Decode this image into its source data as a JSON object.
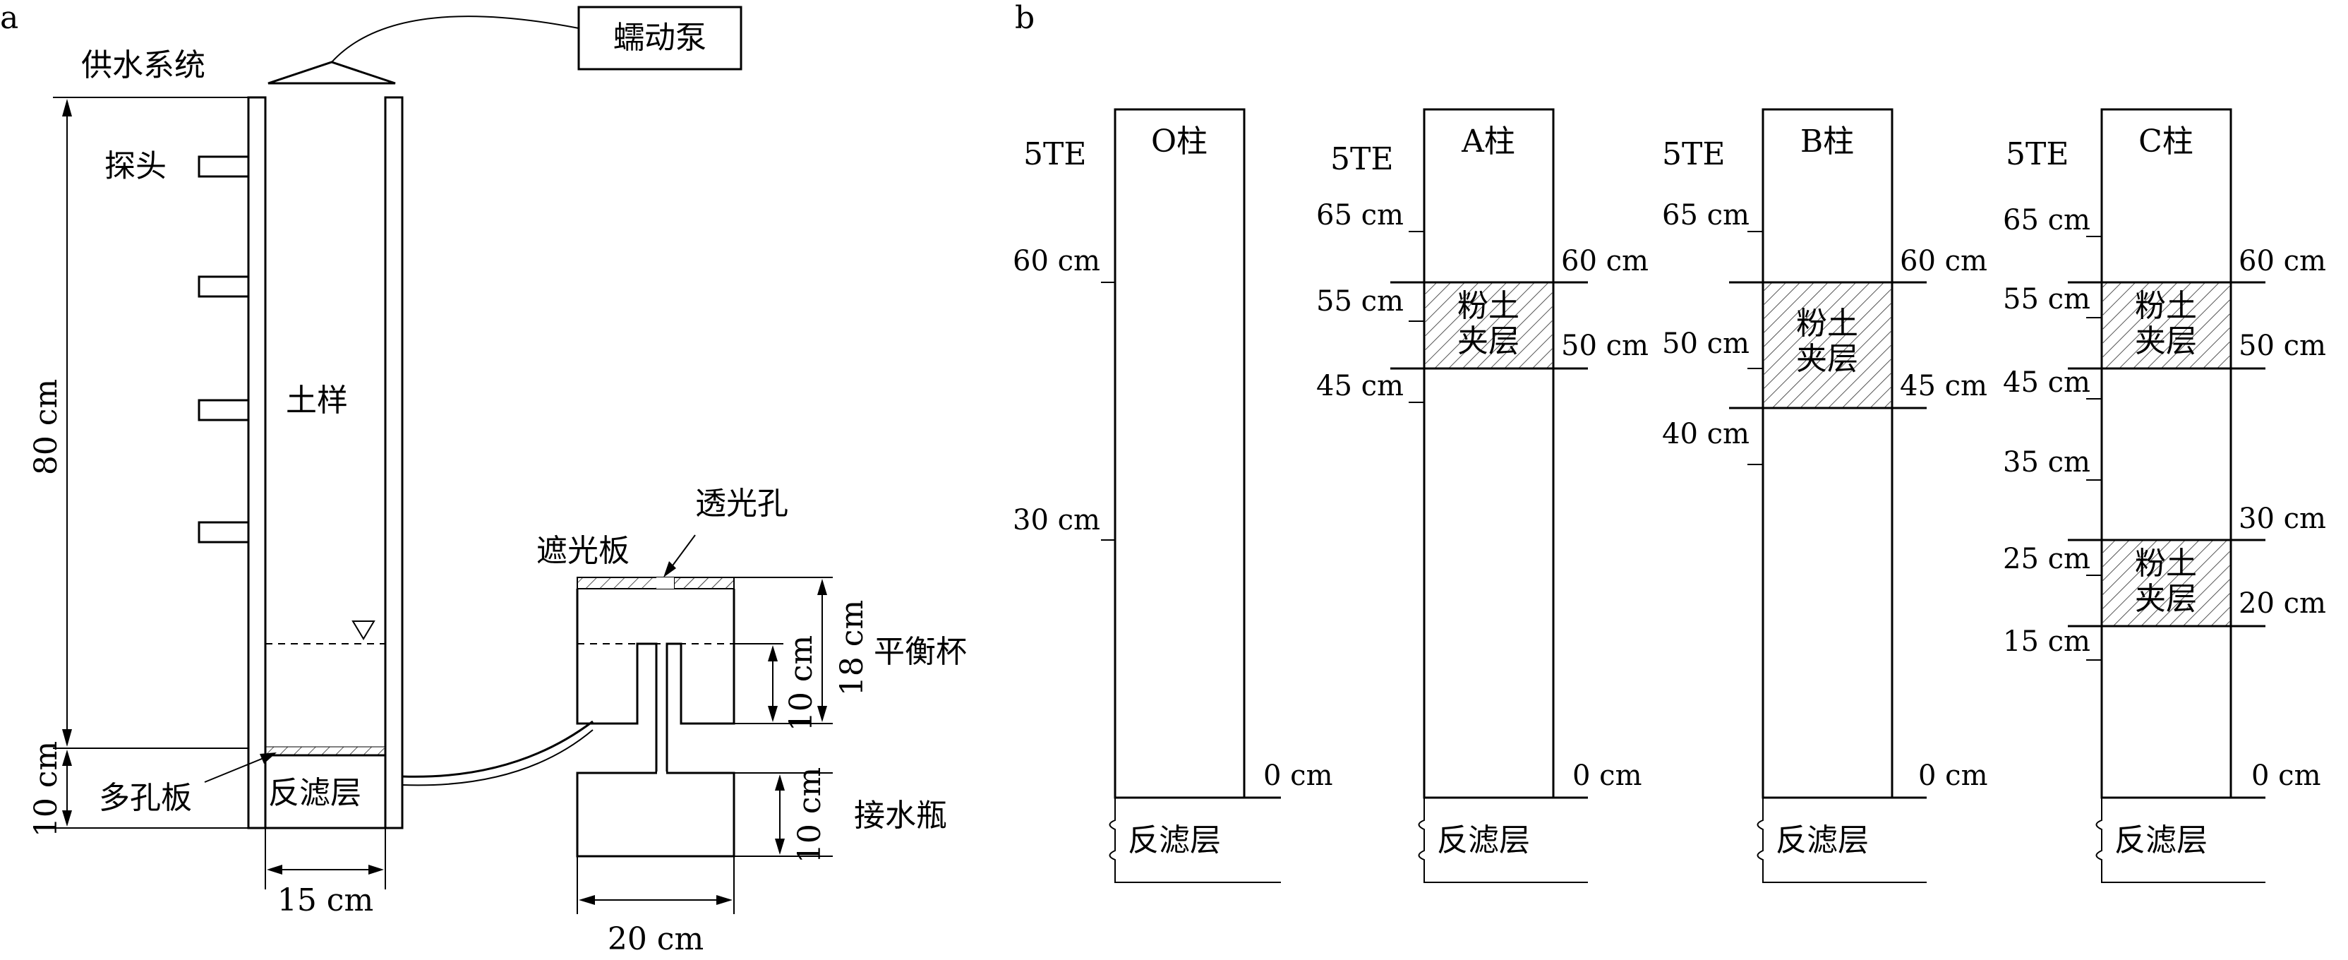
{
  "panel_a": {
    "label": "a",
    "water_supply": "供水系统",
    "pump": "蠕动泵",
    "probe": "探头",
    "soil_sample": "土样",
    "height_80": "80 cm",
    "height_10": "10 cm",
    "porous_plate": "多孔板",
    "filter_layer": "反滤层",
    "width_15": "15 cm",
    "light_shield": "遮光板",
    "light_hole": "透光孔",
    "balance_cup": "平衡杯",
    "cup_10": "10 cm",
    "cup_18": "18 cm",
    "water_bottle": "接水瓶",
    "bottle_10": "10 cm",
    "width_20": "20 cm"
  },
  "panel_b": {
    "label": "b",
    "columns": [
      {
        "title": "O柱",
        "te": "5TE",
        "left": [
          "60 cm",
          "30 cm"
        ],
        "right": [
          "0 cm"
        ],
        "filter": "反滤层"
      },
      {
        "title": "A柱",
        "te": "5TE",
        "left": [
          "65 cm",
          "55 cm",
          "45 cm"
        ],
        "right": [
          "60 cm",
          "50 cm",
          "0 cm"
        ],
        "layers": [
          {
            "line1": "粉土",
            "line2": "夹层"
          }
        ],
        "filter": "反滤层"
      },
      {
        "title": "B柱",
        "te": "5TE",
        "left": [
          "65 cm",
          "50 cm",
          "40 cm"
        ],
        "right": [
          "60 cm",
          "45 cm",
          "0 cm"
        ],
        "layers": [
          {
            "line1": "粉土",
            "line2": "夹层"
          }
        ],
        "filter": "反滤层"
      },
      {
        "title": "C柱",
        "te": "5TE",
        "left": [
          "65 cm",
          "55 cm",
          "45 cm",
          "35 cm",
          "25 cm",
          "15 cm"
        ],
        "right": [
          "60 cm",
          "50 cm",
          "30 cm",
          "20 cm",
          "0 cm"
        ],
        "layers": [
          {
            "line1": "粉土",
            "line2": "夹层"
          },
          {
            "line1": "粉土",
            "line2": "夹层"
          }
        ],
        "filter": "反滤层"
      }
    ]
  }
}
